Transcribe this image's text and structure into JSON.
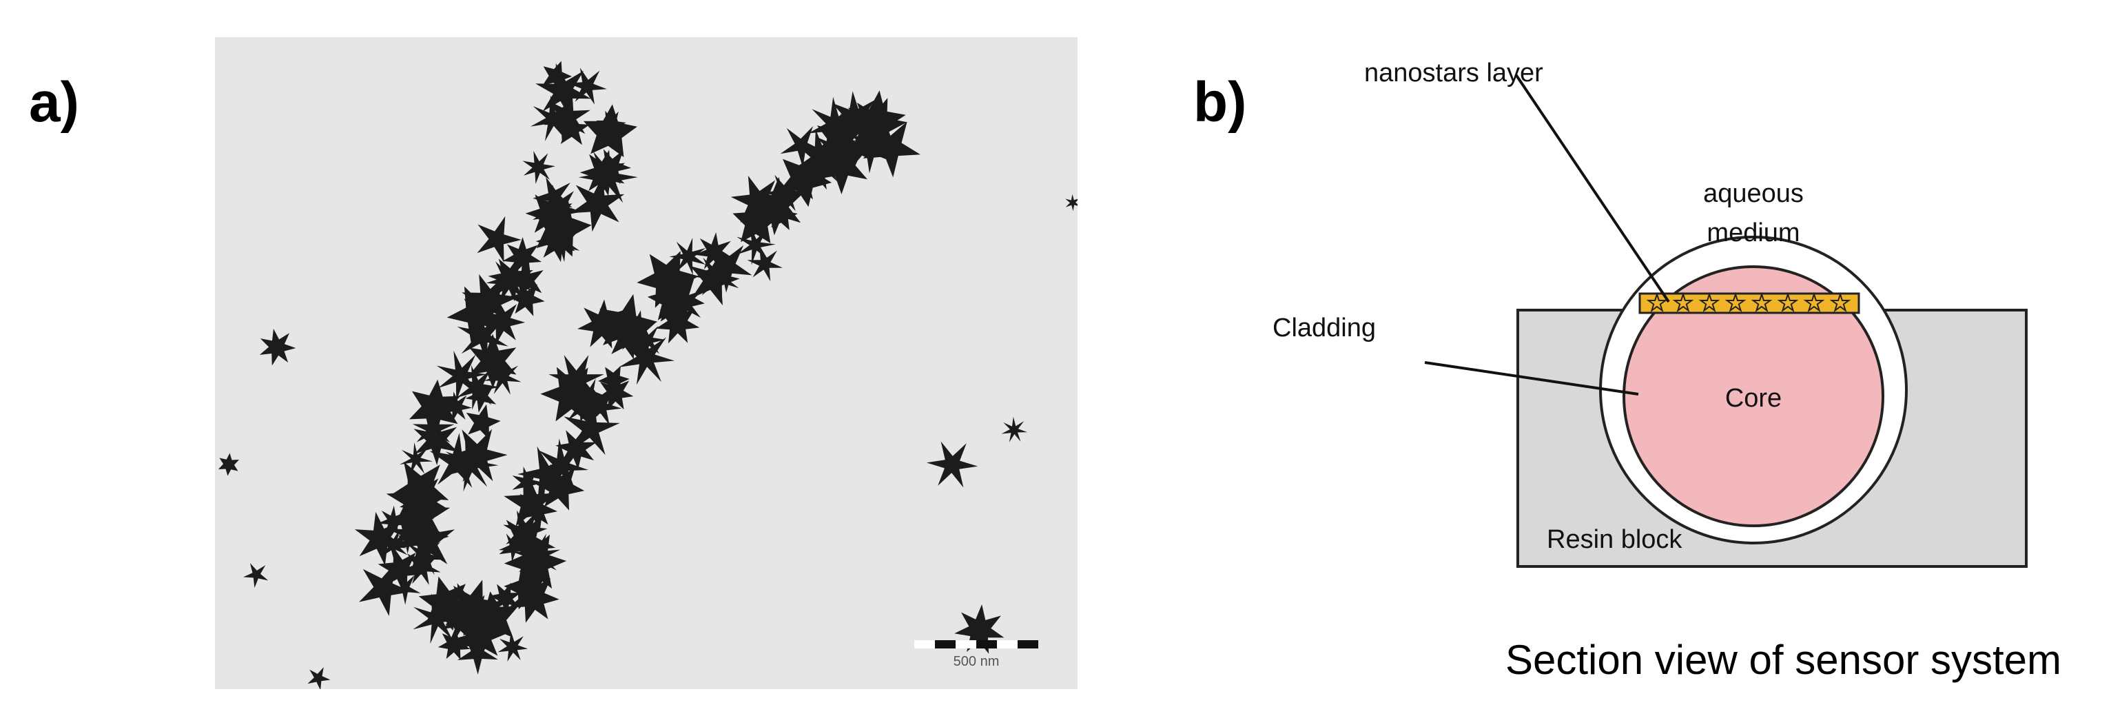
{
  "panels": {
    "a": {
      "label": "a)",
      "scale_bar_text": "500 nm"
    },
    "b": {
      "label": "b)",
      "labels": {
        "nanostars_layer": "nanostars layer",
        "aqueous_medium_line1": "aqueous",
        "aqueous_medium_line2": "medium",
        "cladding": "Cladding",
        "core": "Core",
        "resin_block": "Resin block"
      },
      "caption": "Section view of sensor system"
    }
  },
  "colors": {
    "micrograph_background": "#e6e6e6",
    "particles": "#1c1c1c",
    "resin_block": "#d8d8d8",
    "cladding": "#ffffff",
    "core": "#f2b8bc",
    "nanostar_layer": "#f0b429"
  }
}
